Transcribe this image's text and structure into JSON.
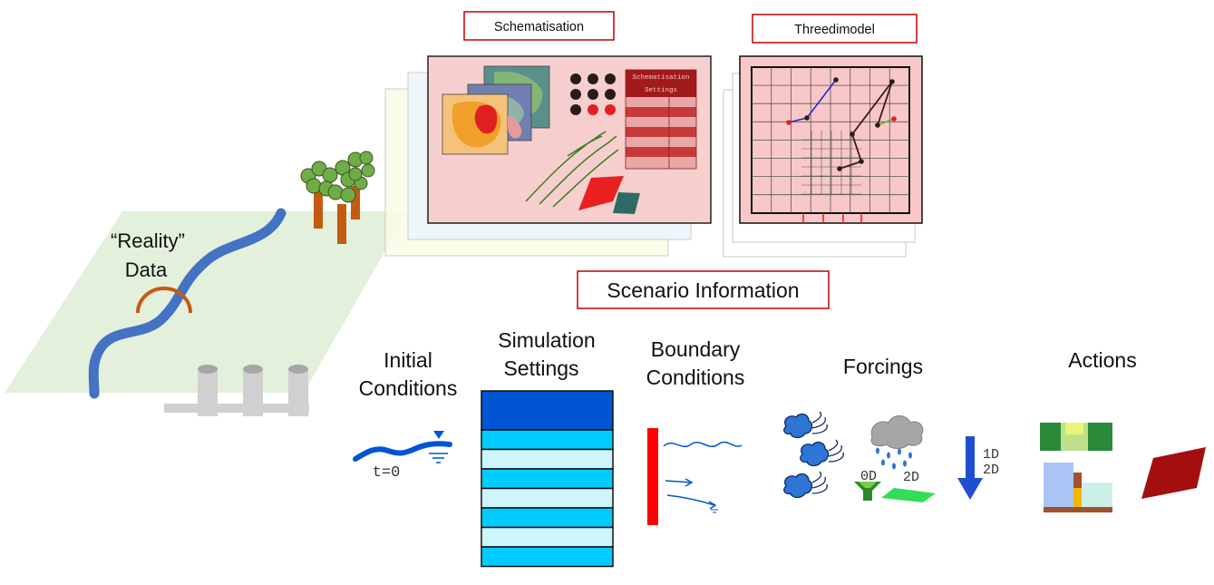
{
  "labels": {
    "schematisation": "Schematisation",
    "threedimodel": "Threedimodel",
    "scenario_information": "Scenario Information",
    "reality": "“Reality”",
    "data": "Data",
    "initial_conditions_line1": "Initial",
    "initial_conditions_line2": "Conditions",
    "simulation_settings_line1": "Simulation",
    "simulation_settings_line2": "Settings",
    "boundary_conditions_line1": "Boundary",
    "boundary_conditions_line2": "Conditions",
    "forcings": "Forcings",
    "actions": "Actions",
    "t0": "t=0",
    "dim_0d": "0D",
    "dim_2d": "2D",
    "dim_1d": "1D",
    "dim_2d_b": "2D",
    "schematisation_settings_line1": "Schematisation",
    "schematisation_settings_line2": "Settings"
  },
  "colors": {
    "river": "#4472c4",
    "plane": "#e2efd9",
    "pink": "#f8cbcb",
    "border_red": "#c00000",
    "settings_dark": "#0055d4",
    "settings_light": "#00ccff",
    "settings_pale": "#cdf5fb"
  }
}
